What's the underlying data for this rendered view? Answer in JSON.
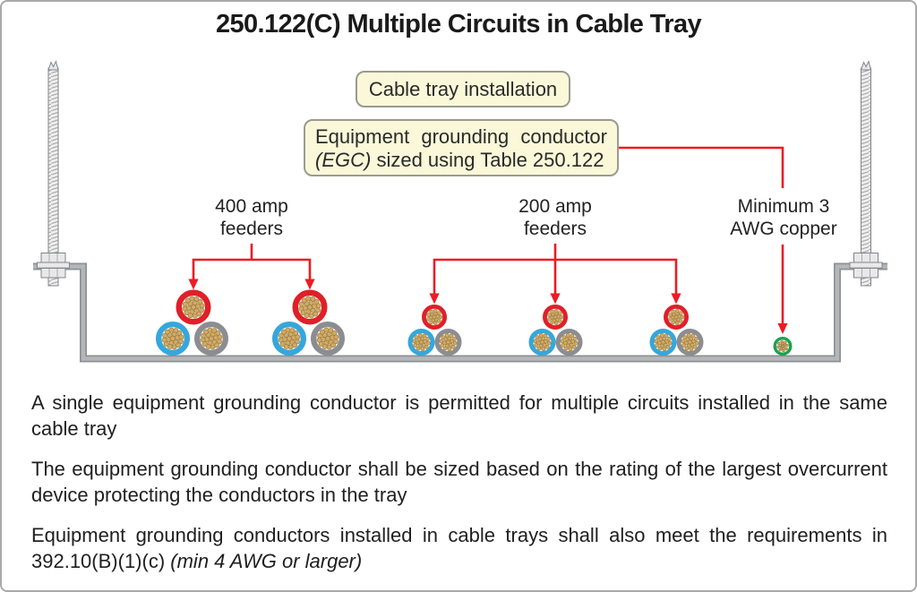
{
  "title": "250.122(C) Multiple Circuits in Cable Tray",
  "callouts": {
    "cable_tray": "Cable tray installation",
    "egc_line1": "Equipment grounding conductor",
    "egc_line2_italic": "(EGC)",
    "egc_line2_rest": " sized using Table 250.122"
  },
  "labels": {
    "feeders_400": "400 amp\nfeeders",
    "feeders_200": "200 amp\nfeeders",
    "min_copper": "Minimum 3\nAWG copper"
  },
  "notes": [
    {
      "text": "A single equipment grounding conductor is permitted for multiple circuits installed in the same cable tray",
      "italic": ""
    },
    {
      "text": "The equipment grounding conductor shall be sized based on the rating of the largest overcurrent device protecting the conductors in the tray",
      "italic": ""
    },
    {
      "text": "Equipment grounding conductors installed in cable trays shall also meet the requirements in 392.10(B)(1)(c) ",
      "italic": "(min 4 AWG or larger)"
    }
  ],
  "diagram": {
    "feeder_400_bundle_count": 2,
    "feeder_200_bundle_count": 3,
    "egc_conductor_count": 1,
    "cables_per_feeder_bundle": 3
  },
  "colors": {
    "arrow_red": "#ec1c24",
    "cable_red": "#e02028",
    "cable_blue": "#35a7dc",
    "cable_gray": "#8b8d90",
    "egc_green": "#1aa24d",
    "strand": "#d2ab62",
    "strand_edge": "#95753d",
    "cable_bg": "#f3f3f3",
    "callout_bg": "#faf8d9",
    "callout_border": "#9a9a8f",
    "tray_edge": "#8e9093",
    "tray_fill": "#b4b6b9",
    "hardware_fill": "#e8e8e8",
    "hardware_edge": "#82848a",
    "page_border": "#a9a9a9",
    "text": "#212121"
  }
}
